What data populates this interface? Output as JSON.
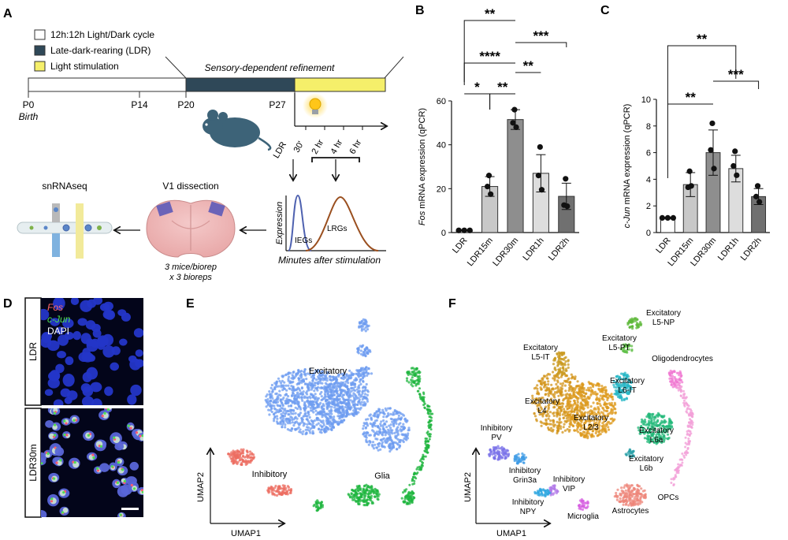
{
  "panels": {
    "A": "A",
    "B": "B",
    "C": "C",
    "D": "D",
    "E": "E",
    "F": "F"
  },
  "panel_a": {
    "legend": [
      {
        "label": "12h:12h Light/Dark cycle",
        "color": "#ffffff"
      },
      {
        "label": "Late-dark-rearing (LDR)",
        "color": "#2f4858"
      },
      {
        "label": "Light stimulation",
        "color": "#f5ef6a"
      }
    ],
    "refinement_label": "Sensory-dependent refinement",
    "ages": [
      "P0",
      "P14",
      "P20",
      "P27"
    ],
    "birth_label": "Birth",
    "stim_axis_start": "LDR",
    "stim_times": [
      "30'",
      "2 hr",
      "4 hr",
      "6 hr"
    ],
    "snrnaseq_label": "snRNAseq",
    "v1_label": "V1 dissection",
    "biorep_line1": "3 mice/biorep",
    "biorep_line2": "x 3 bioreps",
    "expression_ylabel": "Expression",
    "expression_xlabel": "Minutes after stimulation",
    "ieg_label": "IEGs",
    "lrg_label": "LRGs"
  },
  "chart_data": [
    {
      "type": "bar",
      "panel": "B",
      "categories": [
        "LDR",
        "LDR15m",
        "LDR30m",
        "LDR1h",
        "LDR2h"
      ],
      "values": [
        1,
        21,
        51.5,
        27,
        16.5
      ],
      "errors": [
        0.3,
        4.5,
        4.5,
        8.5,
        6
      ],
      "points": [
        [
          1,
          1,
          1
        ],
        [
          26,
          21,
          17.5
        ],
        [
          56,
          50,
          48
        ],
        [
          39,
          26,
          19.5
        ],
        [
          24.5,
          12.5,
          12
        ]
      ],
      "ylabel_gene": "Fos",
      "ylabel_rest": " mRNA expression (qPCR)",
      "ylim": [
        0,
        60
      ],
      "yticks": [
        "0",
        "20",
        "40",
        "60"
      ],
      "bar_colors": [
        "#ffffff",
        "#c8c8c8",
        "#8e8e8e",
        "#dddddd",
        "#707070"
      ],
      "significance": [
        {
          "from": 0,
          "to": 2,
          "label": "**"
        },
        {
          "from": 0,
          "to": 2,
          "label": "****"
        },
        {
          "from": 2,
          "to": 4,
          "label": "***"
        },
        {
          "from": 2,
          "to": 3,
          "label": "**"
        },
        {
          "from": 0,
          "to": 1,
          "label": "*"
        },
        {
          "from": 1,
          "to": 2,
          "label": "**"
        }
      ]
    },
    {
      "type": "bar",
      "panel": "C",
      "categories": [
        "LDR",
        "LDR15m",
        "LDR30m",
        "LDR1h",
        "LDR2h"
      ],
      "values": [
        1.1,
        3.6,
        6.0,
        4.8,
        2.7
      ],
      "errors": [
        0.05,
        0.9,
        1.7,
        1.0,
        0.6
      ],
      "points": [
        [
          1.1,
          1.1,
          1.1
        ],
        [
          4.6,
          3.4,
          3.5
        ],
        [
          8.2,
          6.2,
          4.8
        ],
        [
          6.1,
          5.0,
          4.3
        ],
        [
          3.5,
          2.7,
          2.3
        ]
      ],
      "ylabel_gene": "c-Jun",
      "ylabel_rest": " mRNA expression (qPCR)",
      "ylim": [
        0,
        10
      ],
      "yticks": [
        "0",
        "2",
        "4",
        "6",
        "8",
        "10"
      ],
      "bar_colors": [
        "#ffffff",
        "#c8c8c8",
        "#8e8e8e",
        "#dddddd",
        "#707070"
      ],
      "significance": [
        {
          "from": 0,
          "to": 3,
          "label": "**"
        },
        {
          "from": 2,
          "to": 4,
          "label": "***"
        },
        {
          "from": 0,
          "to": 2,
          "label": "**"
        }
      ]
    }
  ],
  "panel_d": {
    "fos_label": "Fos",
    "cjun_label": "c-Jun",
    "dapi_label": "DAPI",
    "row1": "LDR",
    "row2": "LDR30m"
  },
  "panel_e": {
    "umap1": "UMAP1",
    "umap2": "UMAP2",
    "labels": [
      "Excitatory",
      "Inhibitory",
      "Glia"
    ],
    "colors": {
      "excitatory": "#6e9cf0",
      "inhibitory": "#ec6e62",
      "glia": "#1fb53f"
    }
  },
  "panel_f": {
    "umap1": "UMAP1",
    "umap2": "UMAP2",
    "clusters": [
      {
        "l1": "Excitatory",
        "l2": "L5-NP",
        "color": "#5db83a"
      },
      {
        "l1": "Excitatory",
        "l2": "L5-PT",
        "color": "#62c04a"
      },
      {
        "l1": "Excitatory",
        "l2": "L5-IT",
        "color": "#c99a1f"
      },
      {
        "l1": "Excitatory",
        "l2": "L6-IT",
        "color": "#26b7c6"
      },
      {
        "l1": "Oligodendrocytes",
        "l2": "",
        "color": "#f07ad2"
      },
      {
        "l1": "Excitatory",
        "l2": "L4",
        "color": "#d3941a"
      },
      {
        "l1": "Excitatory",
        "l2": "L2/3",
        "color": "#dd9a1c"
      },
      {
        "l1": "Excitatory",
        "l2": "L6a",
        "color": "#23b87a"
      },
      {
        "l1": "Excitatory",
        "l2": "L6b",
        "color": "#2aa0a8"
      },
      {
        "l1": "Inhibitory",
        "l2": "PV",
        "color": "#7a72e8"
      },
      {
        "l1": "Inhibitory",
        "l2": "Grin3a",
        "color": "#3d9be6"
      },
      {
        "l1": "Inhibitory",
        "l2": "VIP",
        "color": "#b27ae8"
      },
      {
        "l1": "Inhibitory",
        "l2": "NPY",
        "color": "#2fa7e0"
      },
      {
        "l1": "Microglia",
        "l2": "",
        "color": "#d65de0"
      },
      {
        "l1": "Astrocytes",
        "l2": "",
        "color": "#ee857a"
      },
      {
        "l1": "OPCs",
        "l2": "",
        "color": "#f3a0d8"
      }
    ]
  }
}
